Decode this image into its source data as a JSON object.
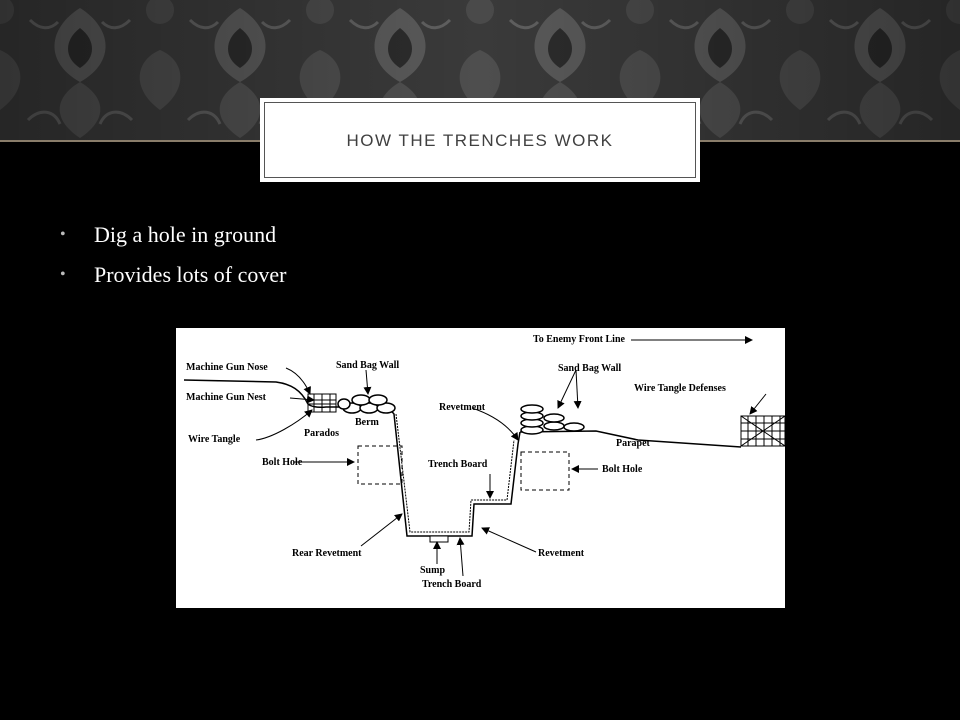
{
  "slide": {
    "title": "HOW THE TRENCHES WORK",
    "bullets": [
      "Dig a hole in ground",
      "Provides lots of cover"
    ]
  },
  "diagram": {
    "labels": {
      "enemy_front_line": "To Enemy Front Line",
      "machine_gun_nose": "Machine Gun Nose",
      "machine_gun_nest": "Machine Gun Nest",
      "wire_tangle": "Wire Tangle",
      "sand_bag_wall_left": "Sand Bag Wall",
      "sand_bag_wall_right": "Sand Bag Wall",
      "wire_tangle_defenses": "Wire Tangle Defenses",
      "revetment_upper": "Revetment",
      "berm": "Berm",
      "parados": "Parados",
      "parapet": "Parapet",
      "bolt_hole_left": "Bolt Hole",
      "bolt_hole_right": "Bolt Hole",
      "trench_board_upper": "Trench Board",
      "rear_revetment": "Rear Revetment",
      "revetment_lower": "Revetment",
      "sump": "Sump",
      "trench_board_lower": "Trench Board"
    }
  },
  "colors": {
    "background": "#000000",
    "banner": "#3a3a3a",
    "title_text": "#404040",
    "bullet_text": "#ffffff"
  }
}
